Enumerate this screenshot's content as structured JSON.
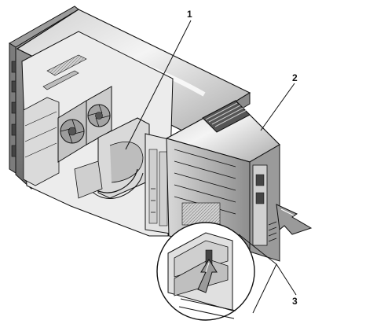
{
  "callouts": {
    "one": "1",
    "two": "2",
    "three": "3"
  },
  "colors": {
    "line": "#111111",
    "panel_light": "#e6e6e6",
    "panel_mid": "#bdbdbd",
    "panel_dark": "#6e6e6e",
    "arrow_fill": "#9a9a9a",
    "arrow_highlight": "#ffffff"
  },
  "icons": {
    "removal_arrow": "arrow-icon",
    "lever_arrow": "arrow-icon"
  }
}
